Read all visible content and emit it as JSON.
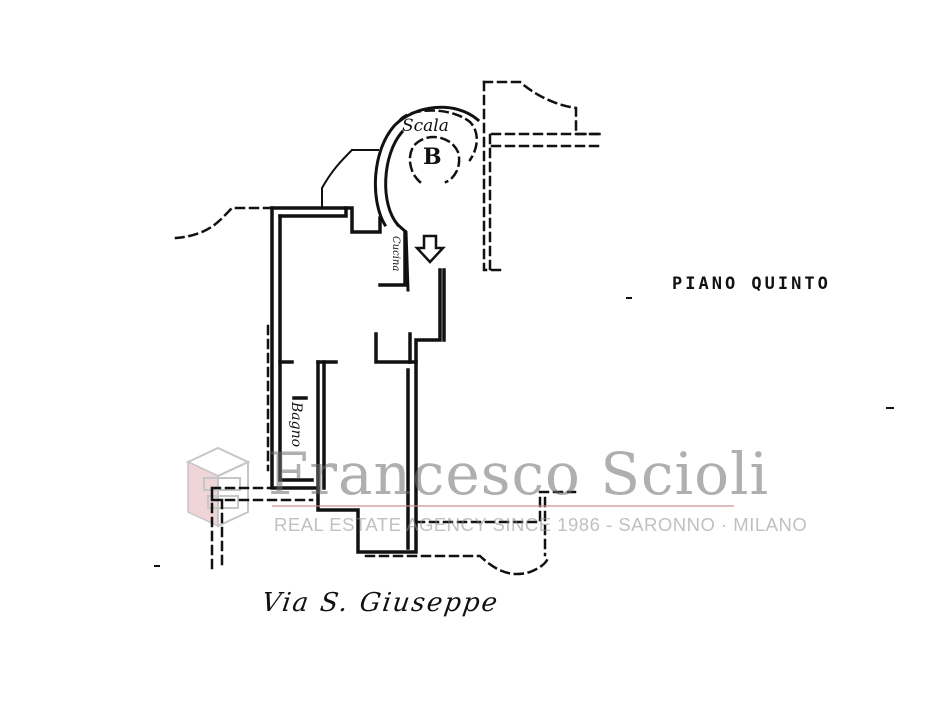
{
  "document": {
    "type": "floor plan",
    "floor_label": "PIANO QUINTO",
    "street_label": "Via S. Giuseppe",
    "stair_label": "Scala",
    "stair_letter": "B",
    "room_labels": {
      "kitchen": "Cucina",
      "bathroom": "Bagno"
    },
    "entrance_marker": "entrance-arrow"
  },
  "watermark": {
    "name": "Francesco Scioli",
    "tagline": "REAL ESTATE AGENCY SINCE 1986 - SARONNO · MILANO",
    "logo": "fs-cube-logo",
    "colors": {
      "text": "#8c8c8c",
      "accent": "#d48c96"
    }
  }
}
